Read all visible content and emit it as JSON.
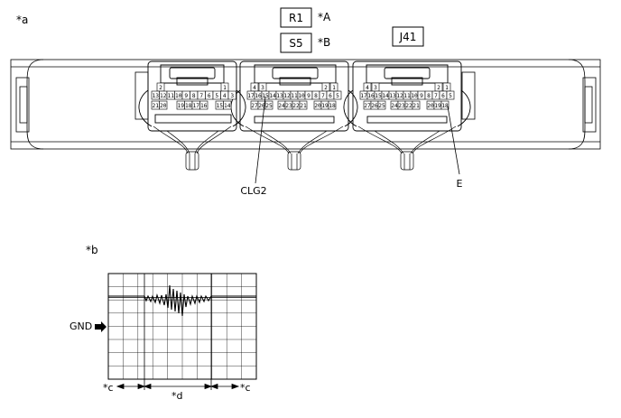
{
  "labels": {
    "a": "*a",
    "b": "*b",
    "c_left": "*c",
    "c_right": "*c",
    "d": "*d",
    "A": "*A",
    "B": "*B",
    "gnd": "GND",
    "clg2": "CLG2",
    "e": "E"
  },
  "connector_ids": {
    "r1": "R1",
    "s5": "S5",
    "j41": "J41"
  },
  "connectors": [
    {
      "top": [
        "2",
        "1"
      ],
      "row1": [
        "13",
        "12",
        "11",
        "10",
        "9",
        "8",
        "7",
        "6",
        "5",
        "4",
        "3"
      ],
      "row2": [
        "21",
        "20",
        "19",
        "18",
        "17",
        "16",
        "15",
        "14"
      ]
    },
    {
      "top": [
        "4",
        "3",
        "2",
        "1"
      ],
      "row1": [
        "17",
        "16",
        "15",
        "14",
        "13",
        "12",
        "11",
        "10",
        "9",
        "8",
        "7",
        "6",
        "5"
      ],
      "row2": [
        "27",
        "26",
        "25",
        "24",
        "23",
        "22",
        "21",
        "20",
        "19",
        "18"
      ]
    },
    {
      "top": [
        "4",
        "3",
        "2",
        "1"
      ],
      "row1": [
        "17",
        "16",
        "15",
        "14",
        "13",
        "12",
        "11",
        "10",
        "9",
        "8",
        "7",
        "6",
        "5"
      ],
      "row2": [
        "27",
        "26",
        "25",
        "24",
        "23",
        "22",
        "21",
        "20",
        "19",
        "18"
      ]
    }
  ]
}
